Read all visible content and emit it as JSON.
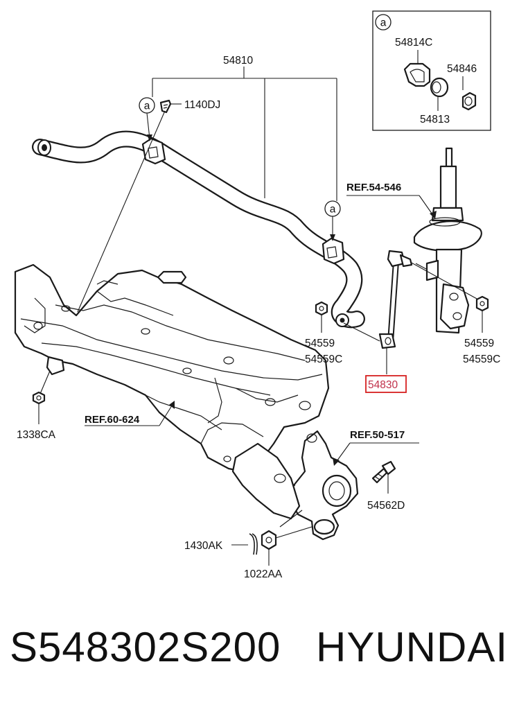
{
  "diagram": {
    "callout_marker": "a",
    "inset": {
      "marker": "a",
      "parts": [
        "54814C",
        "54846",
        "54813"
      ]
    },
    "labels": {
      "stabilizer_bar": "54810",
      "bolt": "1140DJ",
      "ref_strut": "REF.54-546",
      "ref_subframe": "REF.60-624",
      "ref_knuckle": "REF.50-517",
      "nut_left_1": "54559",
      "nut_left_2": "54559C",
      "nut_right_1": "54559",
      "nut_right_2": "54559C",
      "highlighted_link": "54830",
      "subframe_nut": "1338CA",
      "knuckle_bolt": "54562D",
      "cotter_pin": "1430AK",
      "castle_nut": "1022AA"
    },
    "highlight_color": "#c0304a"
  },
  "footer": {
    "part_number": "S548302S200",
    "brand": "HYUNDAI"
  }
}
